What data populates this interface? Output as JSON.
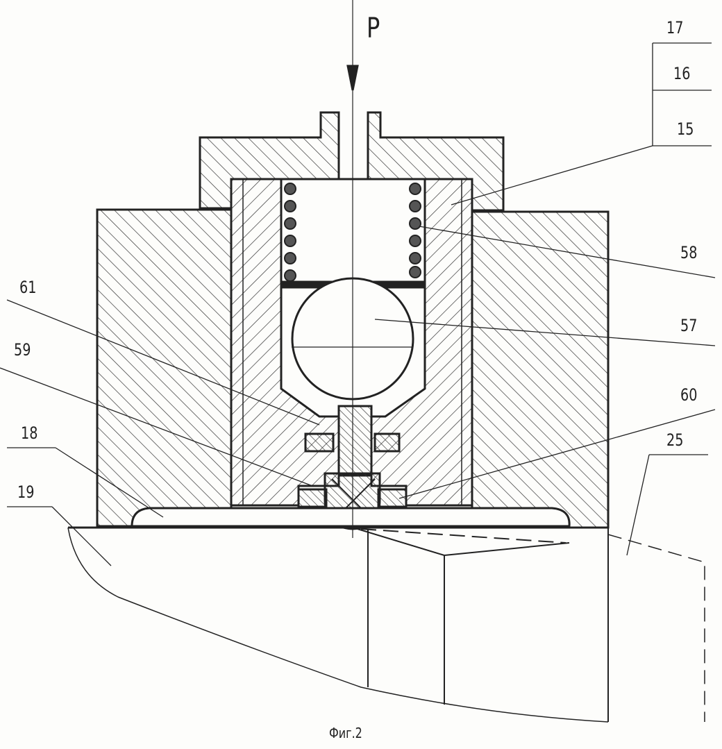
{
  "figure": {
    "caption": "Фиг.2",
    "force_label": "P",
    "labels": {
      "l17": "17",
      "l16": "16",
      "l15": "15",
      "l58": "58",
      "l57": "57",
      "l61": "61",
      "l59": "59",
      "l60": "60",
      "l18": "18",
      "l25": "25",
      "l19": "19"
    },
    "colors": {
      "ink": "#222222",
      "paper": "#fdfdfb"
    }
  }
}
